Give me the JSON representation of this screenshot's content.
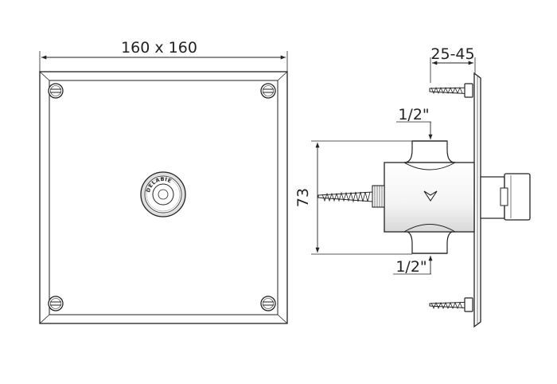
{
  "dimensions": {
    "plate_size": "160 x 160",
    "wall_thickness_range": "25-45",
    "inlet_thread": "1/2\"",
    "outlet_thread": "1/2\"",
    "body_height": "73"
  },
  "logo": {
    "brand_text": "DELABIE"
  },
  "colors": {
    "line": "#222222",
    "fill": "#ffffff"
  }
}
